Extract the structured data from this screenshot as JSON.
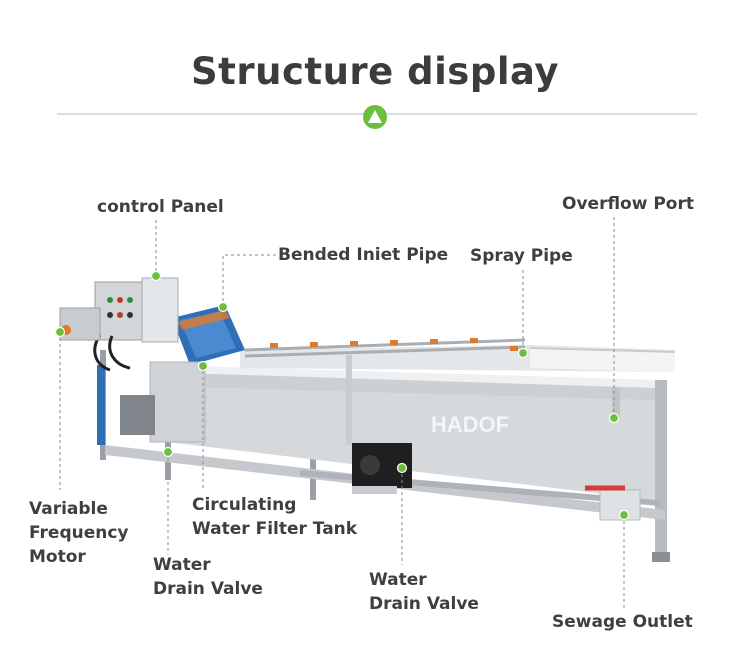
{
  "title": "Structure display",
  "brand": "HADOF",
  "colors": {
    "accent": "#6cbf3c",
    "line": "#8a8a8a",
    "text": "#3f3f3f"
  },
  "icons": {
    "section-marker": "triangle-up-icon",
    "callout": "green-dot-icon"
  },
  "labels": {
    "control_panel": "control Panel",
    "bended_inlet_pipe": "Bended Iniet Pipe",
    "spray_pipe": "Spray Pipe",
    "overflow_port": "Overflow Port",
    "vfm_1": "Variable",
    "vfm_2": "Frequency",
    "vfm_3": "Motor",
    "filter_1": "Circulating",
    "filter_2": "Water Filter Tank",
    "drain1_1": "Water",
    "drain1_2": "Drain Valve",
    "drain2_1": "Water",
    "drain2_2": "Drain Valve",
    "sewage_outlet": "Sewage Outlet"
  }
}
